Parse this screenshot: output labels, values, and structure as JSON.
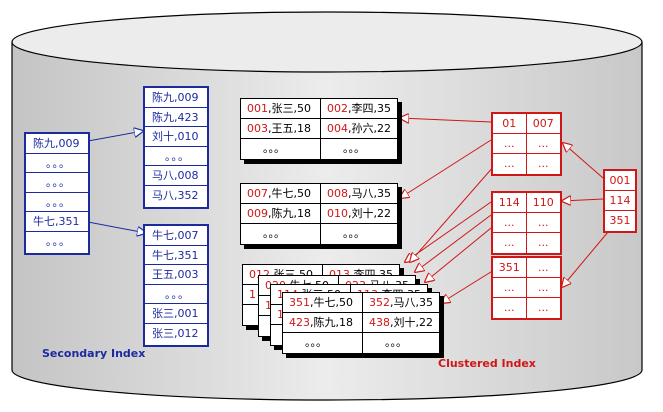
{
  "labels": {
    "secondary": "Secondary Index",
    "clustered": "Clustered Index"
  },
  "colors": {
    "secondary": "#1c2aa0",
    "clustered": "#d01616",
    "outline": "#000000"
  },
  "secondary_index": {
    "root": [
      "陈九,009",
      "。。。",
      "。。。",
      "。。。",
      "牛七,351",
      "。。。"
    ],
    "leaf_top": [
      "陈九,009",
      "陈九,423",
      "刘十,010",
      "。。。",
      "马八,008",
      "马八,352"
    ],
    "leaf_bottom": [
      "牛七,007",
      "牛七,351",
      "王五,003",
      "。。。",
      "张三,001",
      "张三,012"
    ]
  },
  "data_pages": {
    "page1": [
      {
        "id": "001",
        "rest": ",张三,50"
      },
      {
        "id": "002",
        "rest": ",李四,35"
      },
      {
        "id": "003",
        "rest": ",王五,18"
      },
      {
        "id": "004",
        "rest": ",孙六,22"
      },
      {
        "id": "",
        "rest": "。。。"
      },
      {
        "id": "",
        "rest": "。。。"
      }
    ],
    "page2": [
      {
        "id": "007",
        "rest": ",牛七,50"
      },
      {
        "id": "008",
        "rest": ",马八,35"
      },
      {
        "id": "009",
        "rest": ",陈九,18"
      },
      {
        "id": "010",
        "rest": ",刘十,22"
      },
      {
        "id": "",
        "rest": "。。。"
      },
      {
        "id": "",
        "rest": "。。。"
      }
    ],
    "stack_back1": [
      {
        "id": "012",
        "rest": ",张三,50"
      },
      {
        "id": "013",
        "rest": ",李四,35"
      },
      {
        "id": "1",
        "rest": ""
      },
      {
        "id": "",
        "rest": ""
      },
      {
        "id": "",
        "rest": ""
      },
      {
        "id": "",
        "rest": ""
      }
    ],
    "stack_back2": [
      {
        "id": "020",
        "rest": ",牛七,50"
      },
      {
        "id": "023",
        "rest": ",马八,35"
      },
      {
        "id": "1",
        "rest": ""
      },
      {
        "id": "",
        "rest": ""
      },
      {
        "id": "",
        "rest": ""
      },
      {
        "id": "",
        "rest": ""
      }
    ],
    "stack_back3": [
      {
        "id": "114",
        "rest": ",张三,50"
      },
      {
        "id": "113",
        "rest": ",李四,35"
      },
      {
        "id": "1",
        "rest": ""
      },
      {
        "id": "",
        "rest": ""
      },
      {
        "id": "",
        "rest": ""
      },
      {
        "id": "",
        "rest": ""
      }
    ],
    "stack_front": [
      {
        "id": "351",
        "rest": ",牛七,50"
      },
      {
        "id": "352",
        "rest": ",马八,35"
      },
      {
        "id": "423",
        "rest": ",陈九,18"
      },
      {
        "id": "438",
        "rest": ",刘十,22"
      },
      {
        "id": "",
        "rest": "。。。"
      },
      {
        "id": "",
        "rest": "。。。"
      }
    ]
  },
  "clustered_index": {
    "root": [
      "001",
      "114",
      "351"
    ],
    "node_top": [
      "01",
      "007",
      "...",
      "...",
      "...",
      "..."
    ],
    "node_mid": [
      "114",
      "110",
      "...",
      "...",
      "...",
      "..."
    ],
    "node_bottom": [
      "351",
      "...",
      "...",
      "...",
      "...",
      "..."
    ]
  }
}
